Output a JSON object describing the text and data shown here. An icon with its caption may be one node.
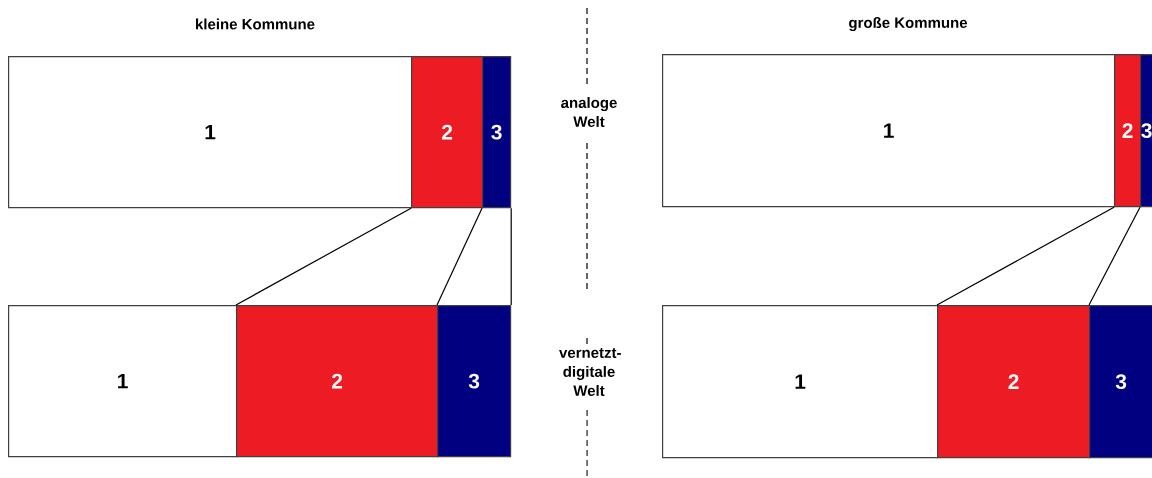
{
  "diagram": {
    "nodes": [
      {
        "text": [
          "1"
        ]
      },
      {
        "text": [
          "2"
        ]
      },
      {
        "text": [
          "3"
        ]
      },
      {
        "text": [
          "1"
        ]
      },
      {
        "text": [
          "2"
        ]
      },
      {
        "text": [
          "3"
        ]
      },
      {
        "text": [
          "1"
        ]
      },
      {
        "text": [
          "2"
        ]
      },
      {
        "text": [
          "3"
        ]
      },
      {
        "text": [
          "1"
        ]
      },
      {
        "text": [
          "2"
        ]
      },
      {
        "text": [
          "3"
        ]
      }
    ],
    "edges": [
      {
        "from": 1,
        "to": 7,
        "arrow": "none"
      },
      {
        "from": 2,
        "to": 8,
        "arrow": "none"
      },
      {
        "from": 2,
        "to": 8,
        "arrow": "none"
      },
      {
        "from": 4,
        "to": 10,
        "arrow": "none"
      },
      {
        "from": 5,
        "to": 11,
        "arrow": "none"
      }
    ],
    "labels": [
      "kleine Kommune",
      "große Kommune",
      "analoge Welt",
      "vernetzt-digitale Welt"
    ]
  }
}
